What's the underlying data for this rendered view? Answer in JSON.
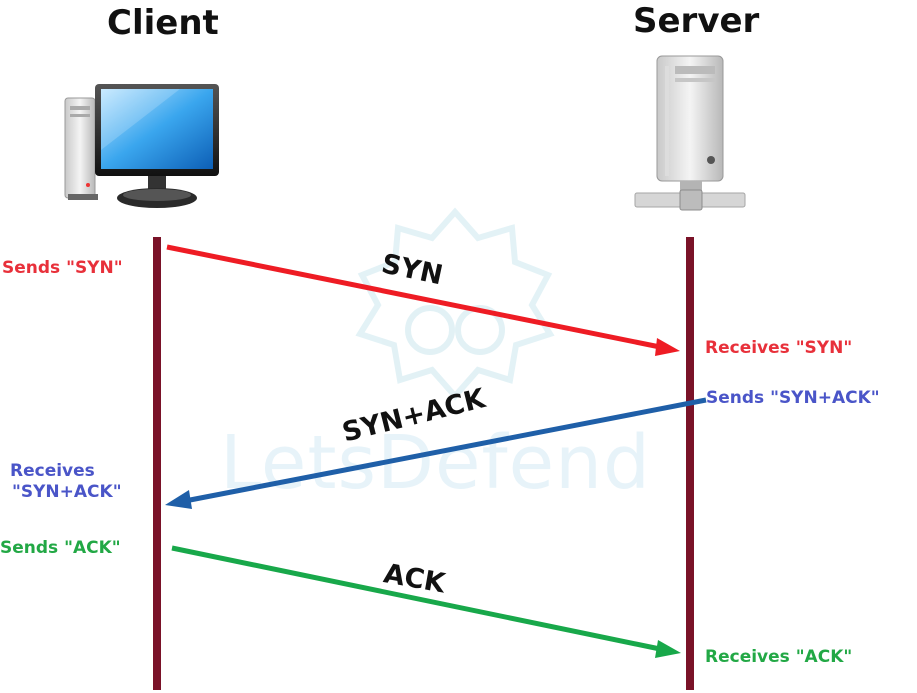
{
  "parties": {
    "client": "Client",
    "server": "Server"
  },
  "events": {
    "client_sends_syn": "Sends \"SYN\"",
    "server_receives_syn": "Receives \"SYN\"",
    "server_sends_synack": "Sends \"SYN+ACK\"",
    "client_receives_synack_line1": "Receives",
    "client_receives_synack_line2": "\"SYN+ACK\"",
    "client_sends_ack": "Sends \"ACK\"",
    "server_receives_ack": "Receives \"ACK\""
  },
  "messages": {
    "syn": "SYN",
    "synack": "SYN+ACK",
    "ack": "ACK"
  },
  "watermark": "LetsDefend",
  "colors": {
    "lifeline": "#7a1228",
    "syn": "#ee1c24",
    "synack": "#1f5fa8",
    "ack": "#18a84a",
    "syn_text": "#e8303a",
    "synack_text": "#4a55c8",
    "ack_text": "#22a845"
  },
  "icons": {
    "client": "desktop-computer-icon",
    "server": "server-tower-icon"
  }
}
